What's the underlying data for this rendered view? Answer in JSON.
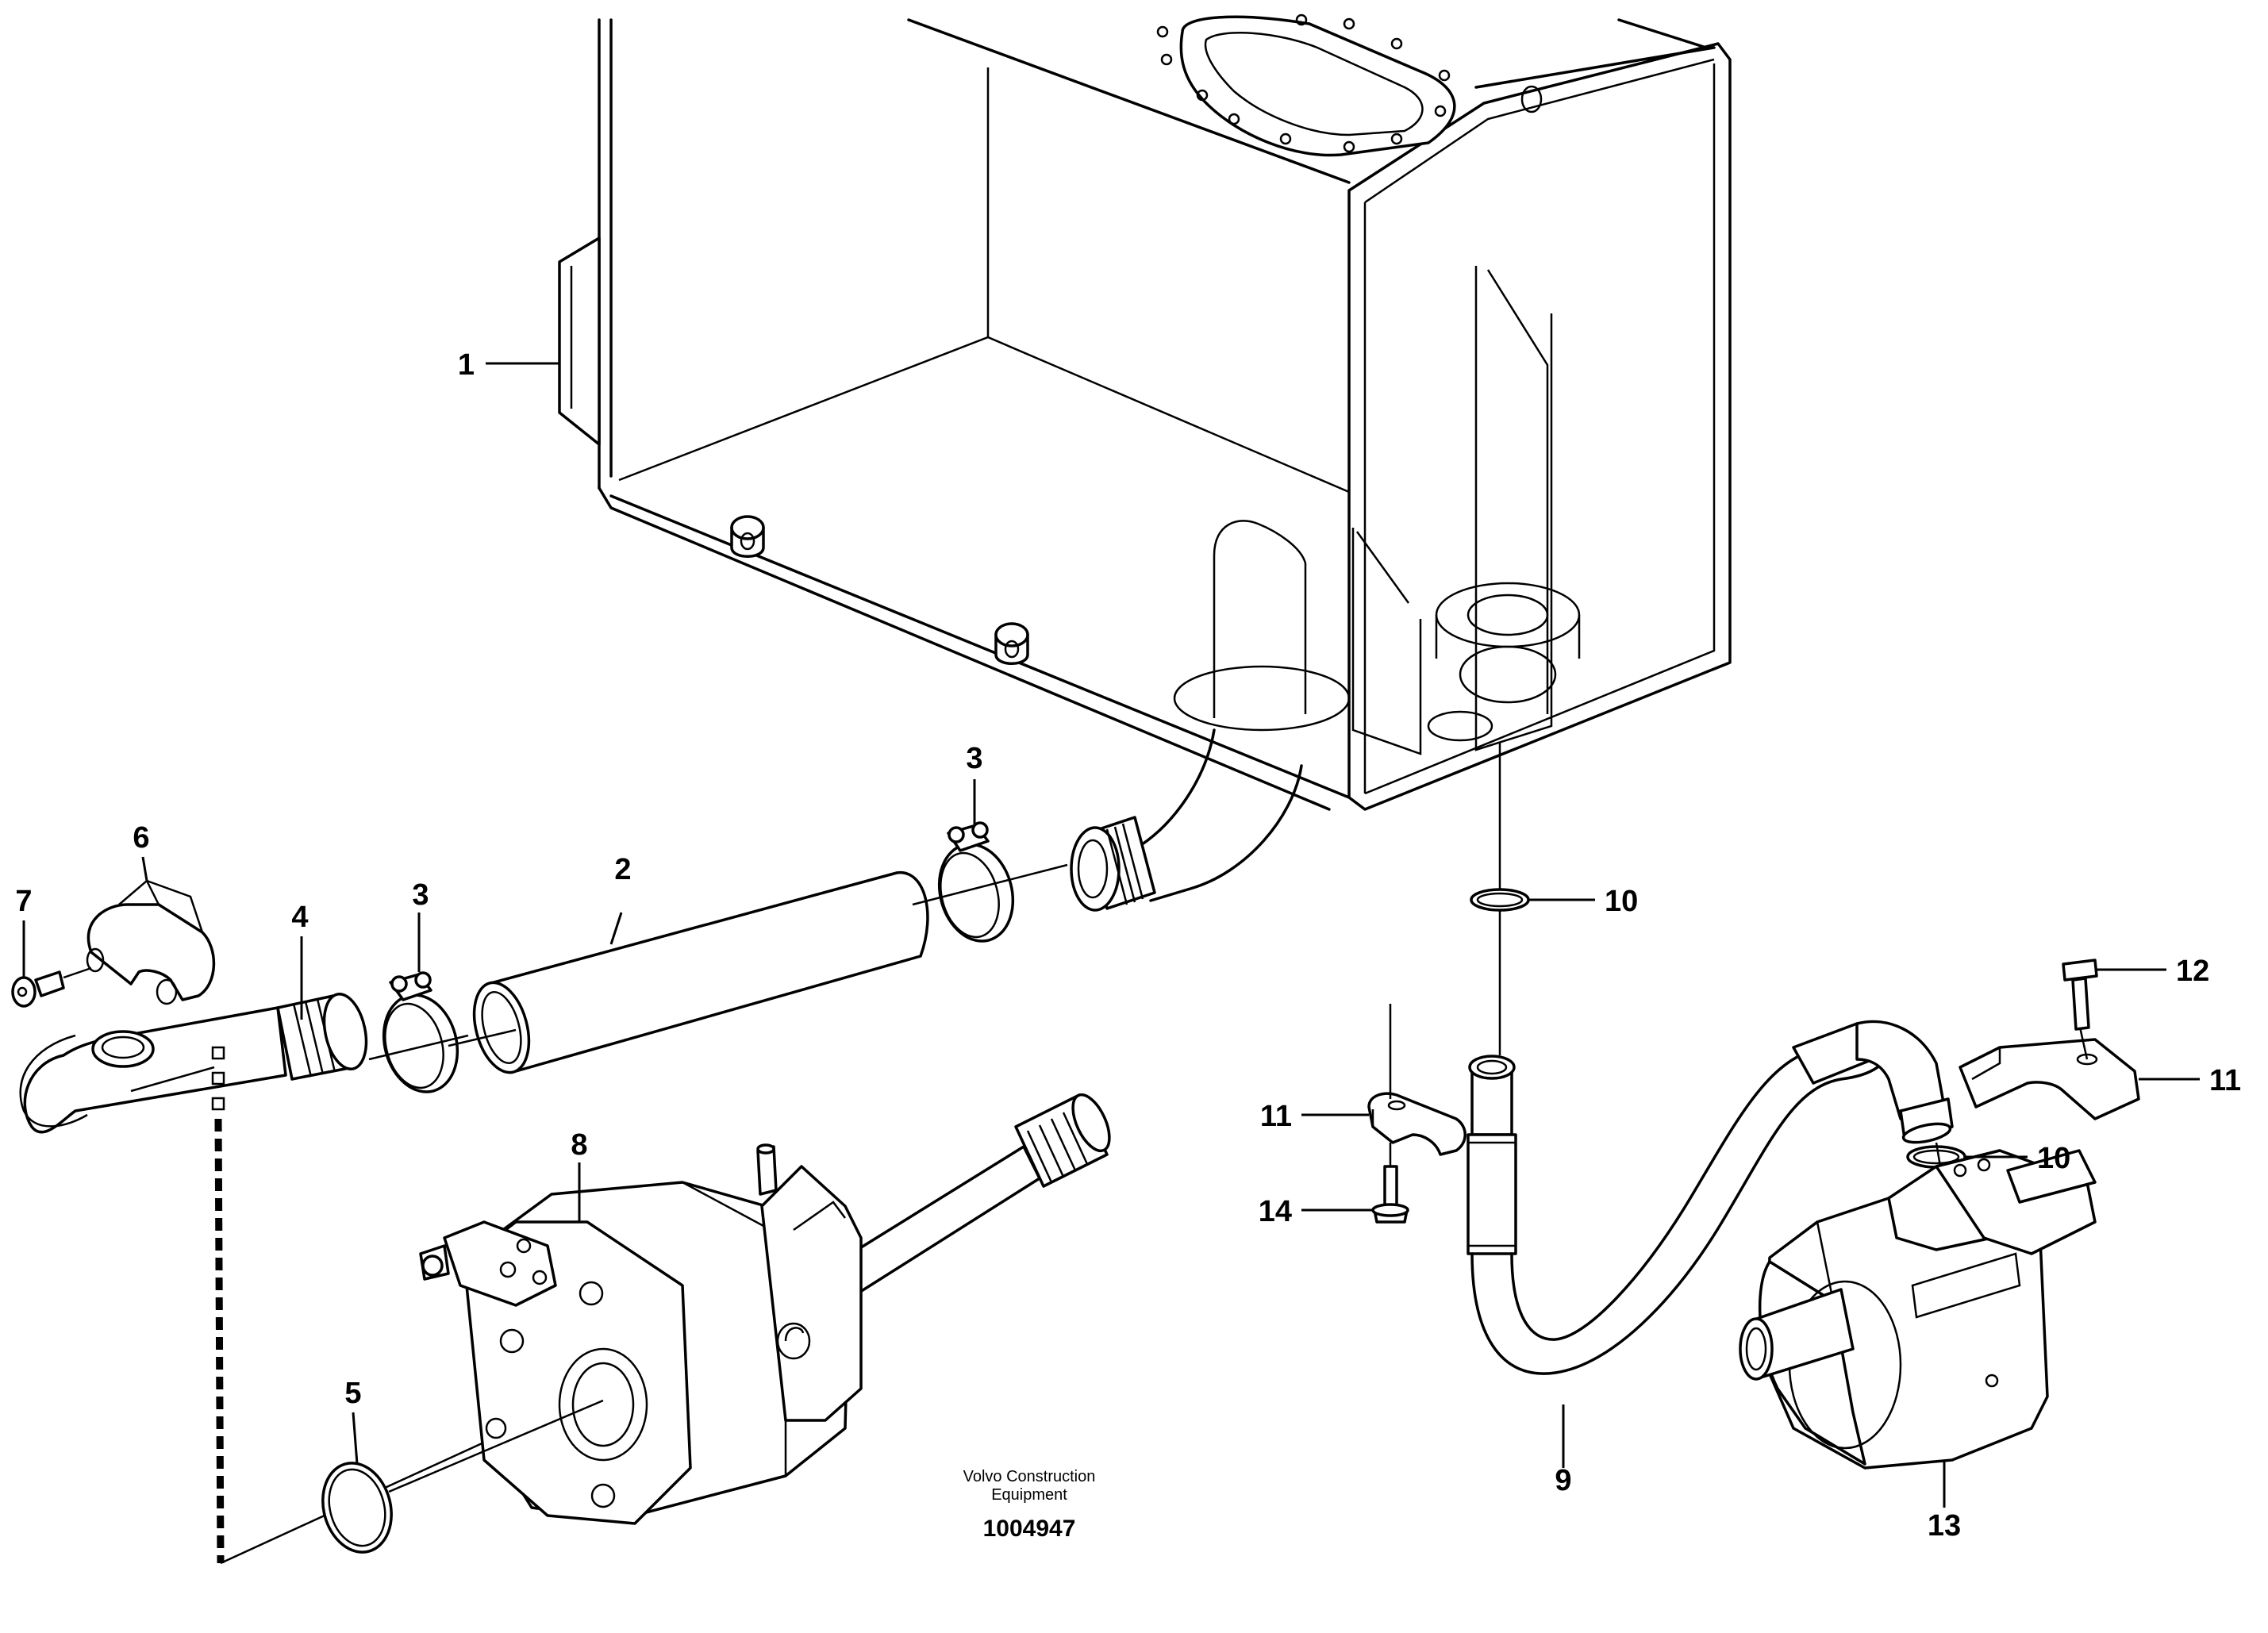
{
  "callouts": {
    "c1": "1",
    "c2": "2",
    "c3a": "3",
    "c3b": "3",
    "c4": "4",
    "c5": "5",
    "c6": "6",
    "c7": "7",
    "c8": "8",
    "c9": "9",
    "c10a": "10",
    "c10b": "10",
    "c11a": "11",
    "c11b": "11",
    "c12": "12",
    "c13": "13",
    "c14": "14"
  },
  "caption": {
    "line1": "Volvo Construction",
    "line2": "Equipment",
    "doc_number": "1004947"
  }
}
